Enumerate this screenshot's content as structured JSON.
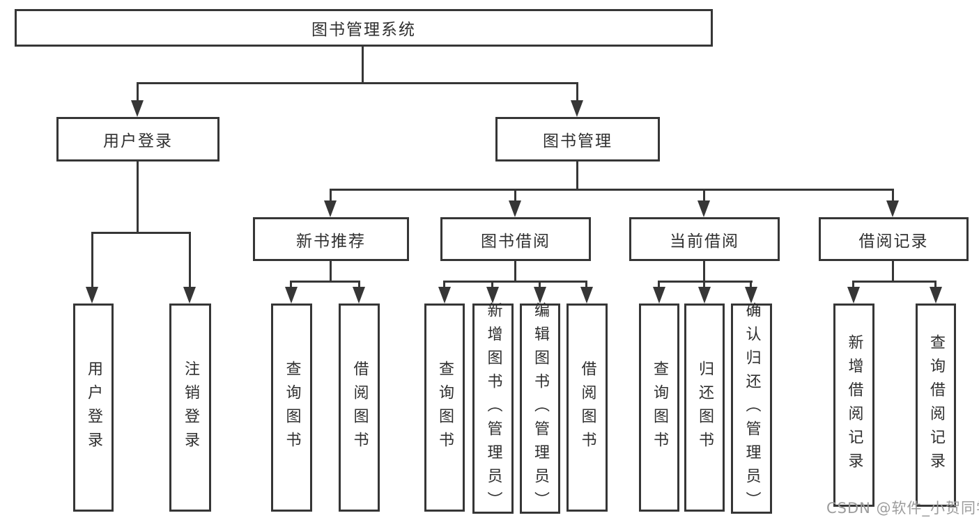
{
  "tree": {
    "label": "图书管理系统",
    "children": [
      {
        "label": "用户登录",
        "children": [
          {
            "label": "用户登录"
          },
          {
            "label": "注销登录"
          }
        ]
      },
      {
        "label": "图书管理",
        "children": [
          {
            "label": "新书推荐",
            "children": [
              {
                "label": "查询图书"
              },
              {
                "label": "借阅图书"
              }
            ]
          },
          {
            "label": "图书借阅",
            "children": [
              {
                "label": "查询图书"
              },
              {
                "label": "新增图书（管理员）"
              },
              {
                "label": "编辑图书（管理员）"
              },
              {
                "label": "借阅图书"
              }
            ]
          },
          {
            "label": "当前借阅",
            "children": [
              {
                "label": "查询图书"
              },
              {
                "label": "归还图书"
              },
              {
                "label": "确认归还（管理员）"
              }
            ]
          },
          {
            "label": "借阅记录",
            "children": [
              {
                "label": "新增借阅记录"
              },
              {
                "label": "查询借阅记录"
              }
            ]
          }
        ]
      }
    ]
  },
  "watermark": {
    "text": "CSDN @软件_小贺同学"
  },
  "colors": {
    "line": "#363636",
    "text": "#2f2f2f",
    "watermark_text": "#9c9c9c",
    "background": "#ffffff"
  }
}
